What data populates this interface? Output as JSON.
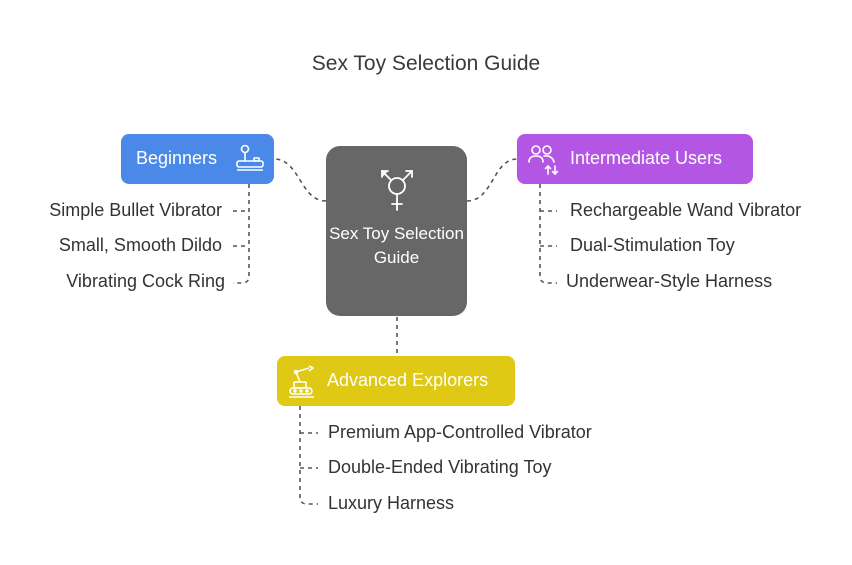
{
  "title": "Sex Toy Selection Guide",
  "center": {
    "label": "Sex Toy Selection Guide",
    "icon": "gender-symbol-icon"
  },
  "categories": {
    "beginners": {
      "label": "Beginners",
      "icon": "joystick-icon",
      "color": "#4a89e8",
      "items": [
        "Simple Bullet Vibrator",
        "Small, Smooth Dildo",
        "Vibrating Cock Ring"
      ]
    },
    "intermediate": {
      "label": "Intermediate Users",
      "icon": "users-swap-icon",
      "color": "#b456e4",
      "items": [
        "Rechargeable Wand Vibrator",
        "Dual-Stimulation Toy",
        "Underwear-Style Harness"
      ]
    },
    "advanced": {
      "label": "Advanced Explorers",
      "icon": "robot-arm-icon",
      "color": "#dfc915",
      "items": [
        "Premium App-Controlled Vibrator",
        "Double-Ended Vibrating Toy",
        "Luxury Harness"
      ]
    }
  },
  "colors": {
    "center_box": "#676767",
    "connector": "#555555"
  }
}
